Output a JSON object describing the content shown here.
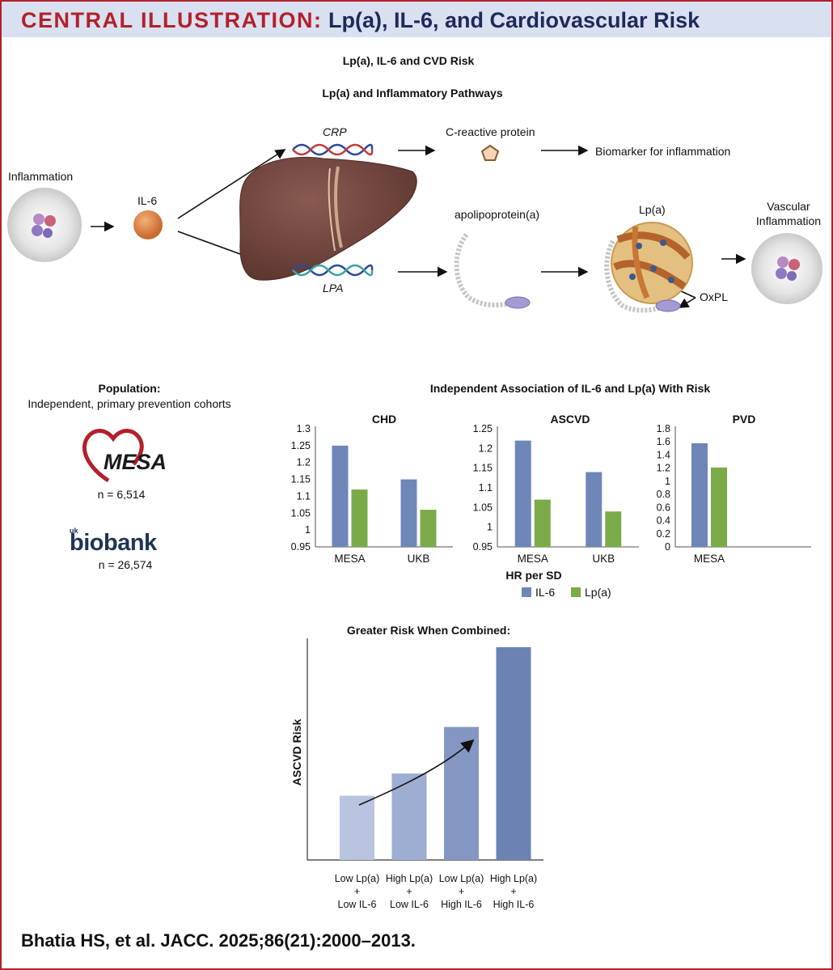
{
  "header": {
    "label": "CENTRAL ILLUSTRATION:",
    "title": "Lp(a), IL-6, and Cardiovascular Risk"
  },
  "pathway": {
    "main_title": "Lp(a), IL-6 and CVD Risk",
    "subtitle": "Lp(a) and Inflammatory Pathways",
    "inflammation": "Inflammation",
    "il6": "IL-6",
    "crp_gene": "CRP",
    "lpa_gene": "LPA",
    "crp_protein": "C-reactive protein",
    "biomarker": "Biomarker for inflammation",
    "apolipoprotein": "apolipoprotein(a)",
    "lpa": "Lp(a)",
    "oxpl": "OxPL",
    "vascular_line1": "Vascular",
    "vascular_line2": "Inflammation"
  },
  "population": {
    "title": "Population:",
    "subtitle": "Independent, primary prevention cohorts",
    "mesa_logo": "MESA",
    "mesa_n": "n = 6,514",
    "biobank_prefix": "uk",
    "biobank_logo": "biobank",
    "biobank_n": "n = 26,574"
  },
  "colors": {
    "il6": "#6e86b8",
    "lpa": "#7aab48",
    "brand_red": "#b3202a",
    "brand_navy": "#1d2a5c",
    "header_bg": "#d9e1f0"
  },
  "association": {
    "title": "Independent Association of IL-6 and Lp(a) With Risk",
    "y_axis_title": "HR per SD"
  },
  "chart_data": [
    {
      "type": "bar",
      "title": "CHD",
      "categories": [
        "MESA",
        "UKB"
      ],
      "series": [
        {
          "name": "IL-6",
          "values": [
            1.25,
            1.15
          ]
        },
        {
          "name": "Lp(a)",
          "values": [
            1.12,
            1.06
          ]
        }
      ],
      "ylim": [
        0.95,
        1.3
      ],
      "yticks": [
        "0.95",
        "1",
        "1.05",
        "1.1",
        "1.15",
        "1.2",
        "1.25",
        "1.3"
      ]
    },
    {
      "type": "bar",
      "title": "ASCVD",
      "categories": [
        "MESA",
        "UKB"
      ],
      "series": [
        {
          "name": "IL-6",
          "values": [
            1.22,
            1.14
          ]
        },
        {
          "name": "Lp(a)",
          "values": [
            1.07,
            1.04
          ]
        }
      ],
      "ylim": [
        0.95,
        1.25
      ],
      "yticks": [
        "0.95",
        "1",
        "1.05",
        "1.1",
        "1.15",
        "1.2",
        "1.25"
      ]
    },
    {
      "type": "bar",
      "title": "PVD",
      "categories": [
        "MESA"
      ],
      "series": [
        {
          "name": "IL-6",
          "values": [
            1.58
          ]
        },
        {
          "name": "Lp(a)",
          "values": [
            1.21
          ]
        }
      ],
      "ylim": [
        0,
        1.8
      ],
      "yticks": [
        "0",
        "0.2",
        "0.4",
        "0.6",
        "0.8",
        "1",
        "1.2",
        "1.4",
        "1.6",
        "1.8"
      ]
    },
    {
      "type": "bar",
      "title": "Greater Risk When Combined:",
      "ylabel": "ASCVD Risk",
      "categories": [
        [
          "Low Lp(a)",
          "+",
          "Low IL-6"
        ],
        [
          "High Lp(a)",
          "+",
          "Low IL-6"
        ],
        [
          "Low Lp(a)",
          "+",
          "High IL-6"
        ],
        [
          "High Lp(a)",
          "+",
          "High IL-6"
        ]
      ],
      "values": [
        0.29,
        0.39,
        0.6,
        0.96
      ],
      "colors": [
        "#b8c4e0",
        "#9eadd2",
        "#8497c2",
        "#6c82b3"
      ],
      "ylim": [
        0,
        1
      ]
    }
  ],
  "citation": "Bhatia HS, et al. JACC. 2025;86(21):2000–2013."
}
